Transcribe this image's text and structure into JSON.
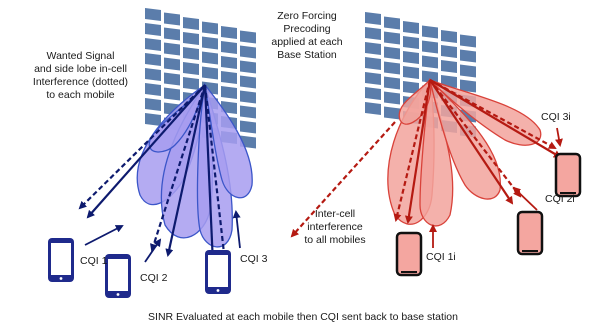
{
  "labels": {
    "wanted_line1": "Wanted Signal",
    "wanted_line2": "and side lobe in-cell",
    "wanted_line3": "Interference (dotted)",
    "wanted_line4": "to each mobile",
    "zf_line1": "Zero Forcing",
    "zf_line2": "Precoding",
    "zf_line3": "applied at each",
    "zf_line4": "Base Station",
    "intercell_line1": "Inter-cell",
    "intercell_line2": "interference",
    "intercell_line3": "to all mobiles",
    "cqi1": "CQI 1",
    "cqi2": "CQI 2",
    "cqi3": "CQI 3",
    "cqi1i": "CQI 1i",
    "cqi2i": "CQI 2i",
    "cqi3i": "CQI 3i",
    "caption": "SINR Evaluated at each mobile then CQI sent back to base station"
  },
  "colors": {
    "panel": "#5b7dab",
    "blue_lobe_fill": "#a79cf0",
    "blue_lobe_stroke": "#3b56c9",
    "blue_arrow": "#0d1a6e",
    "phone_blue": "#1f2a8c",
    "red_lobe_fill": "#f2a39c",
    "red_lobe_stroke": "#d9423a",
    "red_arrow": "#b51a12",
    "phone_red_fill": "#f4a6a0",
    "phone_red_stroke": "#111111"
  },
  "icons": [
    "antenna-array-left",
    "antenna-array-right",
    "phone-icon"
  ]
}
